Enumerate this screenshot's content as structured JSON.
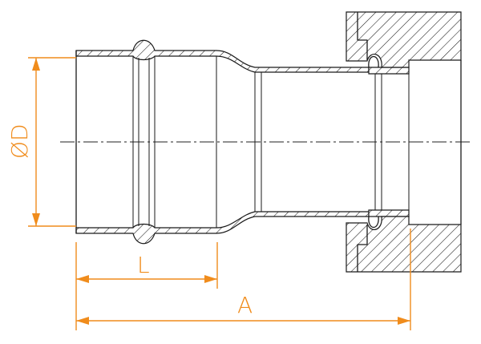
{
  "drawing": {
    "dimensions": {
      "diameter_label": "ØD",
      "length_label": "L",
      "overall_label": "A"
    },
    "colors": {
      "dimension": "#f08c1c",
      "outline": "#1a1a1a",
      "background": "#ffffff"
    }
  }
}
